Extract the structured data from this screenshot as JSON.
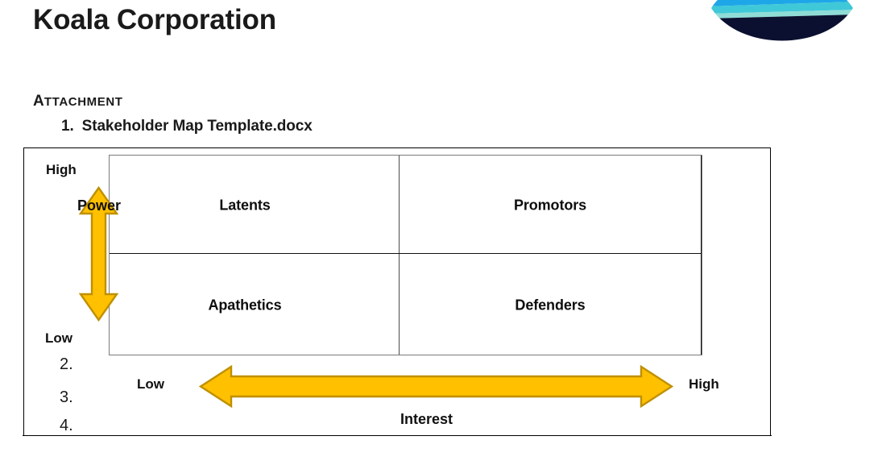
{
  "header": {
    "company_title": "Koala Corporation",
    "logo_name": "koala-lens-logo",
    "logo_colors": [
      "#3b3f99",
      "#2f5fd0",
      "#1ea7e8",
      "#3fc8d8",
      "#7fd8d0",
      "#0b1030"
    ]
  },
  "attachment": {
    "section_label_cap": "A",
    "section_label_rest": "TTACHMENT",
    "items": [
      {
        "number": "1.",
        "label": "Stakeholder Map Template.docx"
      },
      {
        "number": "2.",
        "label": ""
      },
      {
        "number": "3.",
        "label": ""
      },
      {
        "number": "4.",
        "label": ""
      }
    ]
  },
  "chart_data": {
    "type": "matrix",
    "title": "Stakeholder Map Template",
    "xlabel": "Interest",
    "ylabel": "Power",
    "x_low": "Low",
    "x_high": "High",
    "y_low": "Low",
    "y_high": "High",
    "grid": true,
    "quadrants": [
      {
        "id": "latents",
        "label": "Latents",
        "power": "High",
        "interest": "Low"
      },
      {
        "id": "promotors",
        "label": "Promotors",
        "power": "High",
        "interest": "High"
      },
      {
        "id": "apathetics",
        "label": "Apathetics",
        "power": "Low",
        "interest": "Low"
      },
      {
        "id": "defenders",
        "label": "Defenders",
        "power": "Low",
        "interest": "High"
      }
    ],
    "arrow_fill": "#FFC000",
    "arrow_stroke": "#BF9000",
    "grid_color": "#7b7b7b",
    "frame_color": "#000000"
  }
}
